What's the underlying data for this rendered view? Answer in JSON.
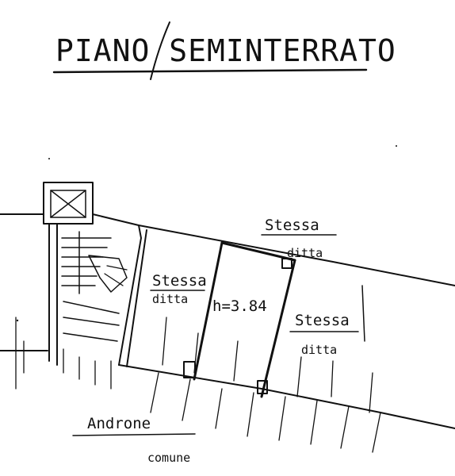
{
  "plan": {
    "title": "PIANO SEMINTERRATO",
    "labels": {
      "stessa_ditta_top_1": "Stessa",
      "stessa_ditta_top_2": "ditta",
      "stessa_ditta_left_1": "Stessa",
      "stessa_ditta_left_2": "ditta",
      "stessa_ditta_right_1": "Stessa",
      "stessa_ditta_right_2": "ditta",
      "height": "h=3.84",
      "androne": "Androne",
      "comune": "comune"
    },
    "colors": {
      "ink": "#111111",
      "paper": "#ffffff"
    }
  }
}
